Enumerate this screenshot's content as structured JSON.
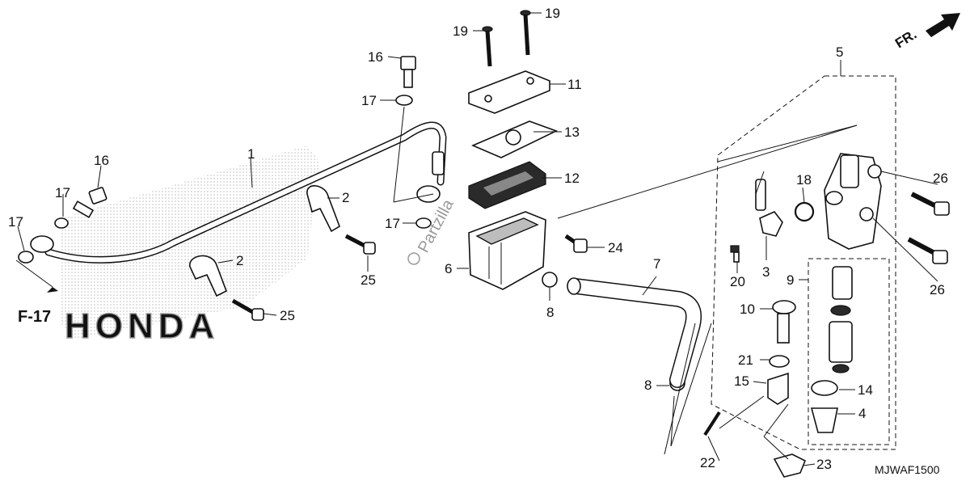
{
  "diagram": {
    "code": "MJWAF1500",
    "direction_marker": "FR.",
    "reference": "F-17",
    "watermark": "Partzilla",
    "background_logo": "HONDA",
    "callouts": {
      "c1": "1",
      "c2a": "2",
      "c2b": "2",
      "c3": "3",
      "c4": "4",
      "c5": "5",
      "c6": "6",
      "c7": "7",
      "c8a": "8",
      "c8b": "8",
      "c9": "9",
      "c10": "10",
      "c11": "11",
      "c12": "12",
      "c13": "13",
      "c14": "14",
      "c15": "15",
      "c16a": "16",
      "c16b": "16",
      "c17a": "17",
      "c17b": "17",
      "c17c": "17",
      "c17d": "17",
      "c18": "18",
      "c19a": "19",
      "c19b": "19",
      "c20": "20",
      "c21": "21",
      "c22": "22",
      "c23": "23",
      "c24": "24",
      "c25a": "25",
      "c25b": "25",
      "c26a": "26",
      "c26b": "26"
    }
  }
}
